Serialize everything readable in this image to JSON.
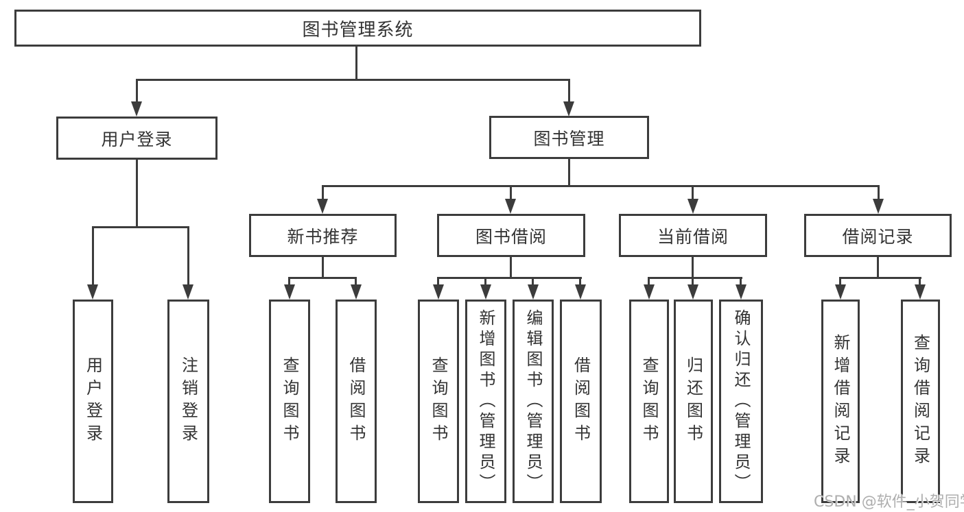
{
  "diagram_title": "图书管理系统",
  "colors": {
    "line": "#3c3c3c",
    "text": "#333333",
    "background": "#ffffff",
    "watermark_text": "#aeaeae"
  },
  "nodes": {
    "root": "图书管理系统",
    "user_login": "用户登录",
    "book_mgmt": "图书管理",
    "new_book_rec": "新书推荐",
    "book_borrow": "图书借阅",
    "current_borrow": "当前借阅",
    "borrow_record": "借阅记录",
    "leaf_user_login": "用户登录",
    "leaf_logout": "注销登录",
    "leaf_query_books_1": "查询图书",
    "leaf_borrow_books_1": "借阅图书",
    "leaf_query_books_2": "查询图书",
    "leaf_add_books": "新增图书（管理员）",
    "leaf_edit_books": "编辑图书（管理员）",
    "leaf_borrow_books_2": "借阅图书",
    "leaf_query_books_3": "查询图书",
    "leaf_return_books": "归还图书",
    "leaf_confirm_return": "确认归还（管理员）",
    "leaf_add_record": "新增借阅记录",
    "leaf_query_record": "查询借阅记录"
  },
  "tree": {
    "label": "图书管理系统",
    "children": [
      {
        "label": "用户登录",
        "children": [
          {
            "label": "用户登录"
          },
          {
            "label": "注销登录"
          }
        ]
      },
      {
        "label": "图书管理",
        "children": [
          {
            "label": "新书推荐",
            "children": [
              {
                "label": "查询图书"
              },
              {
                "label": "借阅图书"
              }
            ]
          },
          {
            "label": "图书借阅",
            "children": [
              {
                "label": "查询图书"
              },
              {
                "label": "新增图书（管理员）"
              },
              {
                "label": "编辑图书（管理员）"
              },
              {
                "label": "借阅图书"
              }
            ]
          },
          {
            "label": "当前借阅",
            "children": [
              {
                "label": "查询图书"
              },
              {
                "label": "归还图书"
              },
              {
                "label": "确认归还（管理员）"
              }
            ]
          },
          {
            "label": "借阅记录",
            "children": [
              {
                "label": "新增借阅记录"
              },
              {
                "label": "查询借阅记录"
              }
            ]
          }
        ]
      }
    ]
  },
  "watermark": "CSDN @软件_小贺同学"
}
